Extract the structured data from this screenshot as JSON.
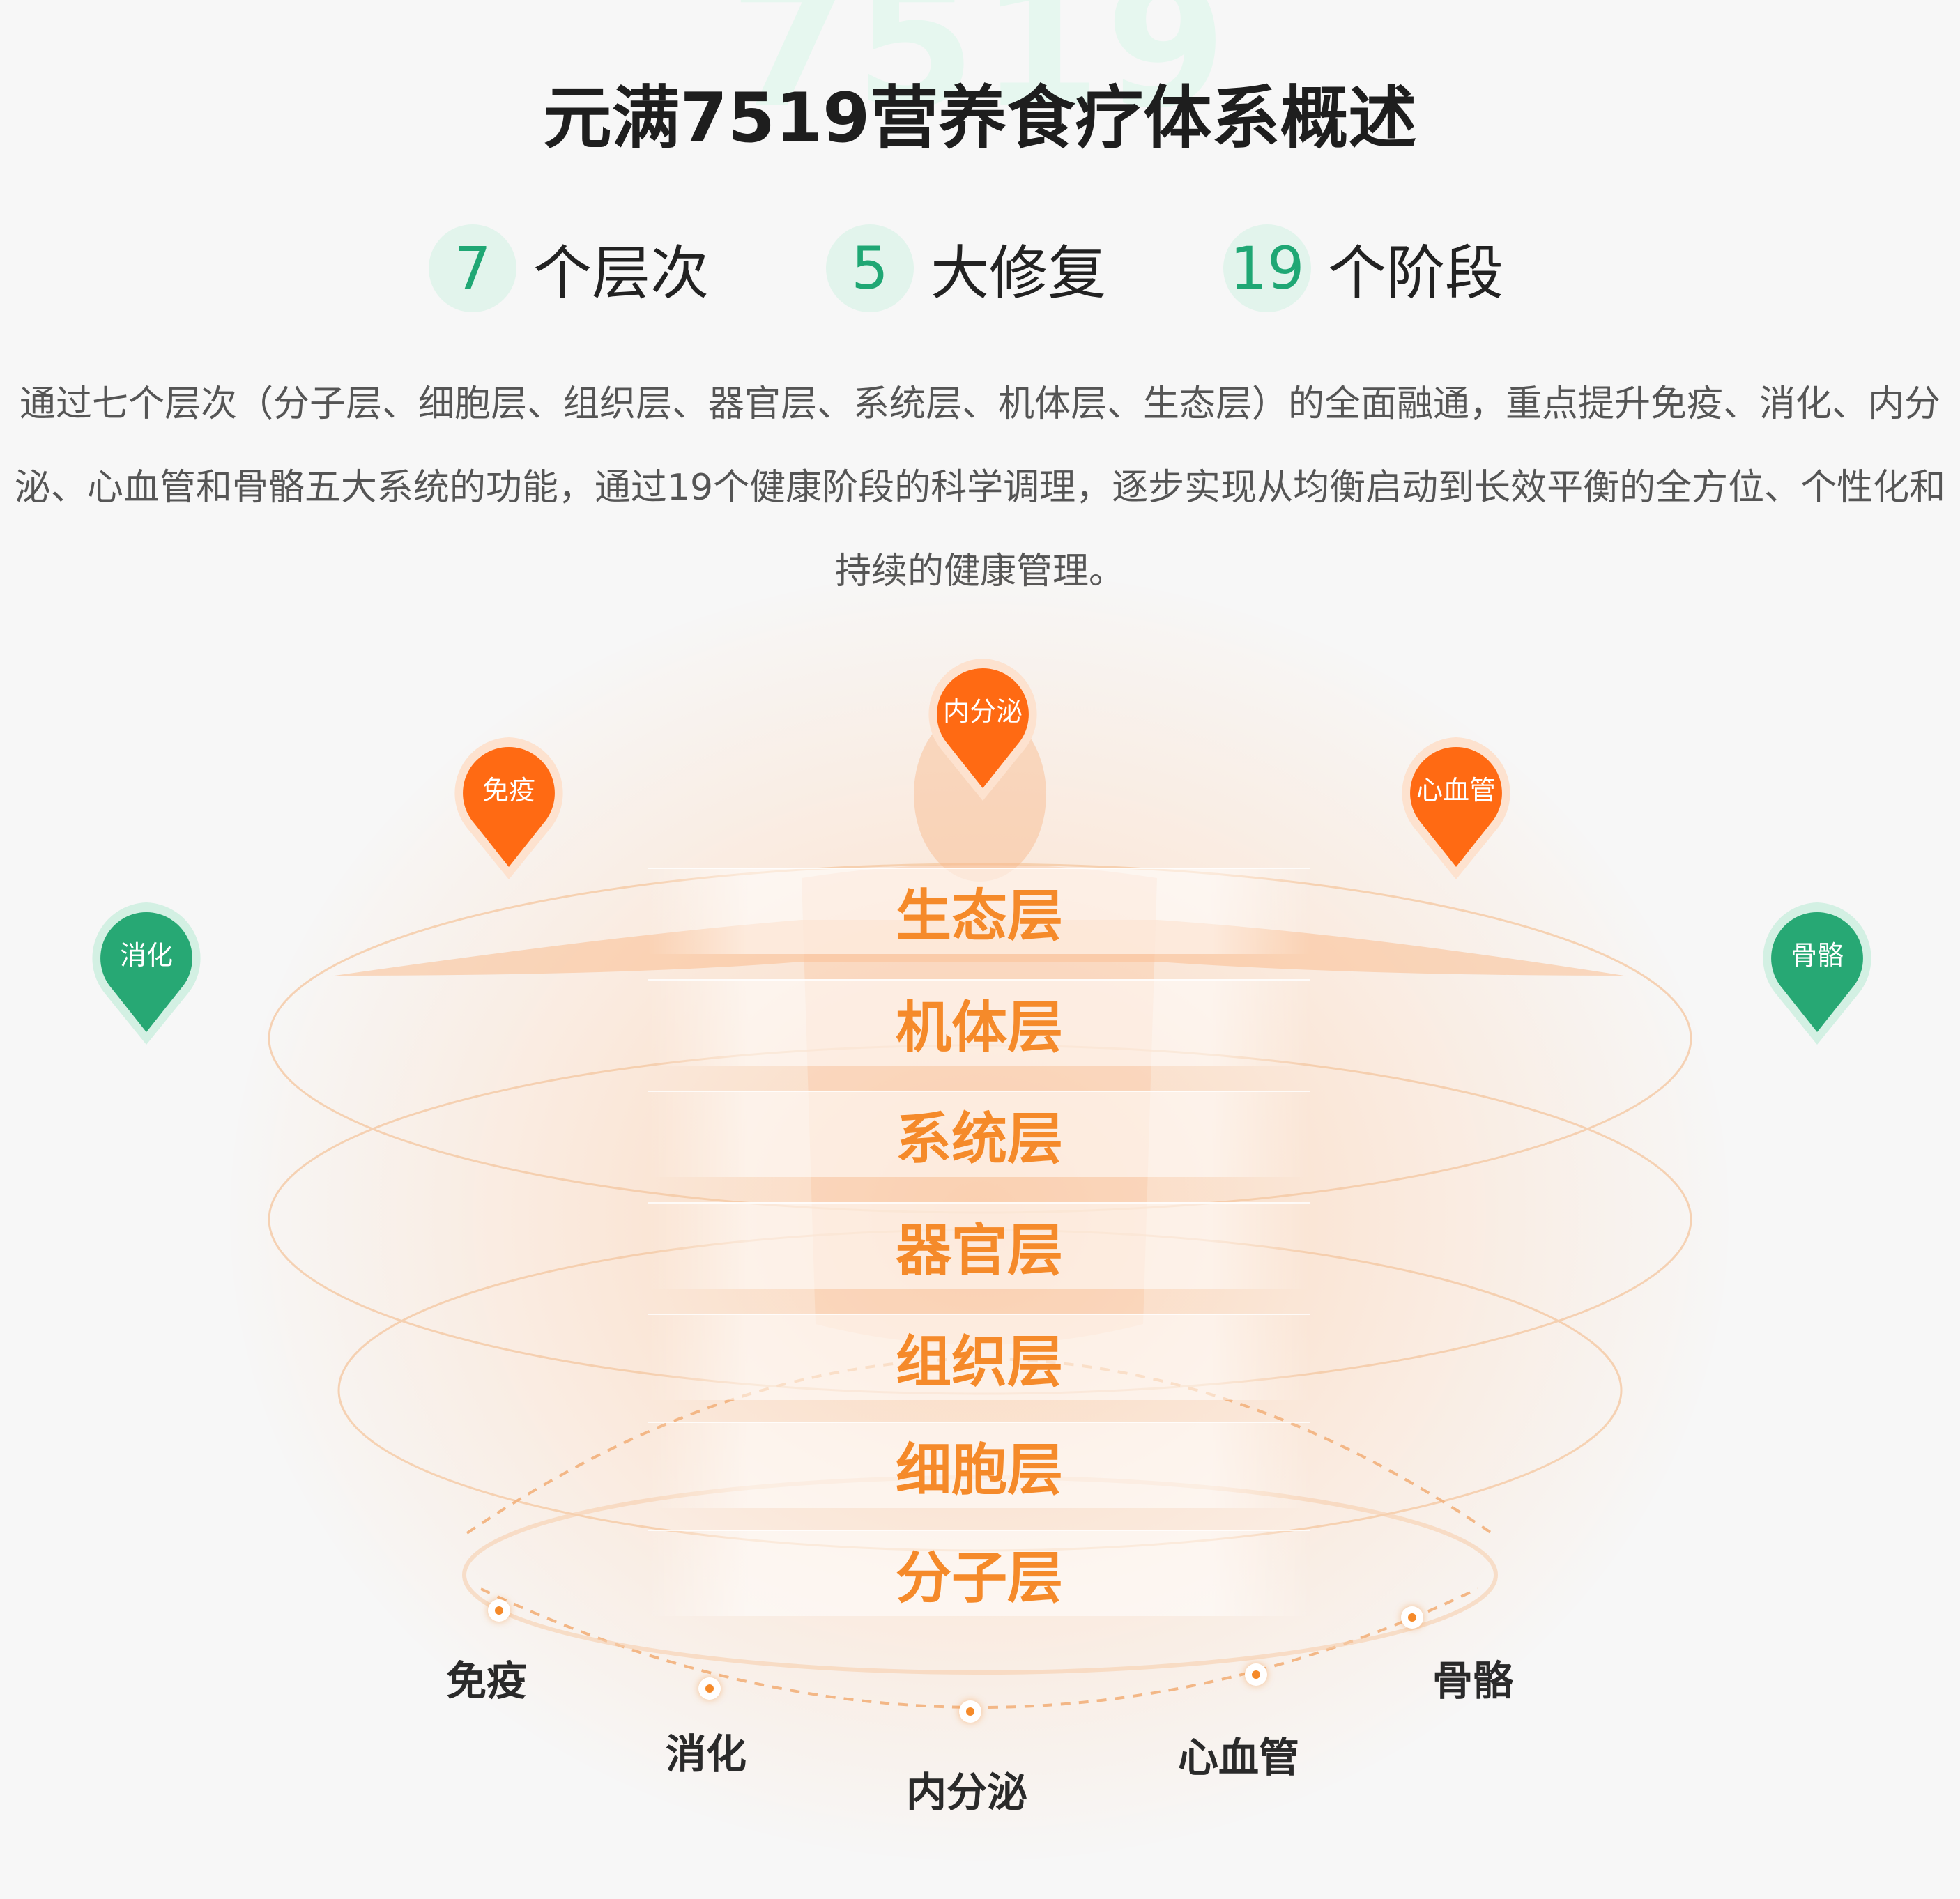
{
  "header": {
    "bg_number": "7519",
    "title": "元满7519营养食疗体系概述"
  },
  "stats": [
    {
      "value": "7",
      "label": "个层次"
    },
    {
      "value": "5",
      "label": "大修复"
    },
    {
      "value": "19",
      "label": "个阶段"
    }
  ],
  "description": "通过七个层次（分子层、细胞层、组织层、器官层、系统层、机体层、生态层）的全面融通，重点提升免疫、消化、内分泌、心血管和骨骼五大系统的功能，通过19个健康阶段的科学调理，逐步实现从均衡启动到长效平衡的全方位、个性化和持续的健康管理。",
  "layers": [
    "生态层",
    "机体层",
    "系统层",
    "器官层",
    "组织层",
    "细胞层",
    "分子层"
  ],
  "pins": [
    {
      "label": "内分泌",
      "color": "#ff6a13"
    },
    {
      "label": "免疫",
      "color": "#ff6a13"
    },
    {
      "label": "心血管",
      "color": "#ff6a13"
    },
    {
      "label": "消化",
      "color": "#27a874"
    },
    {
      "label": "骨骼",
      "color": "#27a874"
    }
  ],
  "cycle_labels": [
    "免疫",
    "消化",
    "内分泌",
    "心血管",
    "骨骼"
  ],
  "colors": {
    "accent_green": "#1fa774",
    "accent_orange": "#f58a2a",
    "pin_orange": "#ff6a13",
    "pin_green": "#27a874"
  }
}
